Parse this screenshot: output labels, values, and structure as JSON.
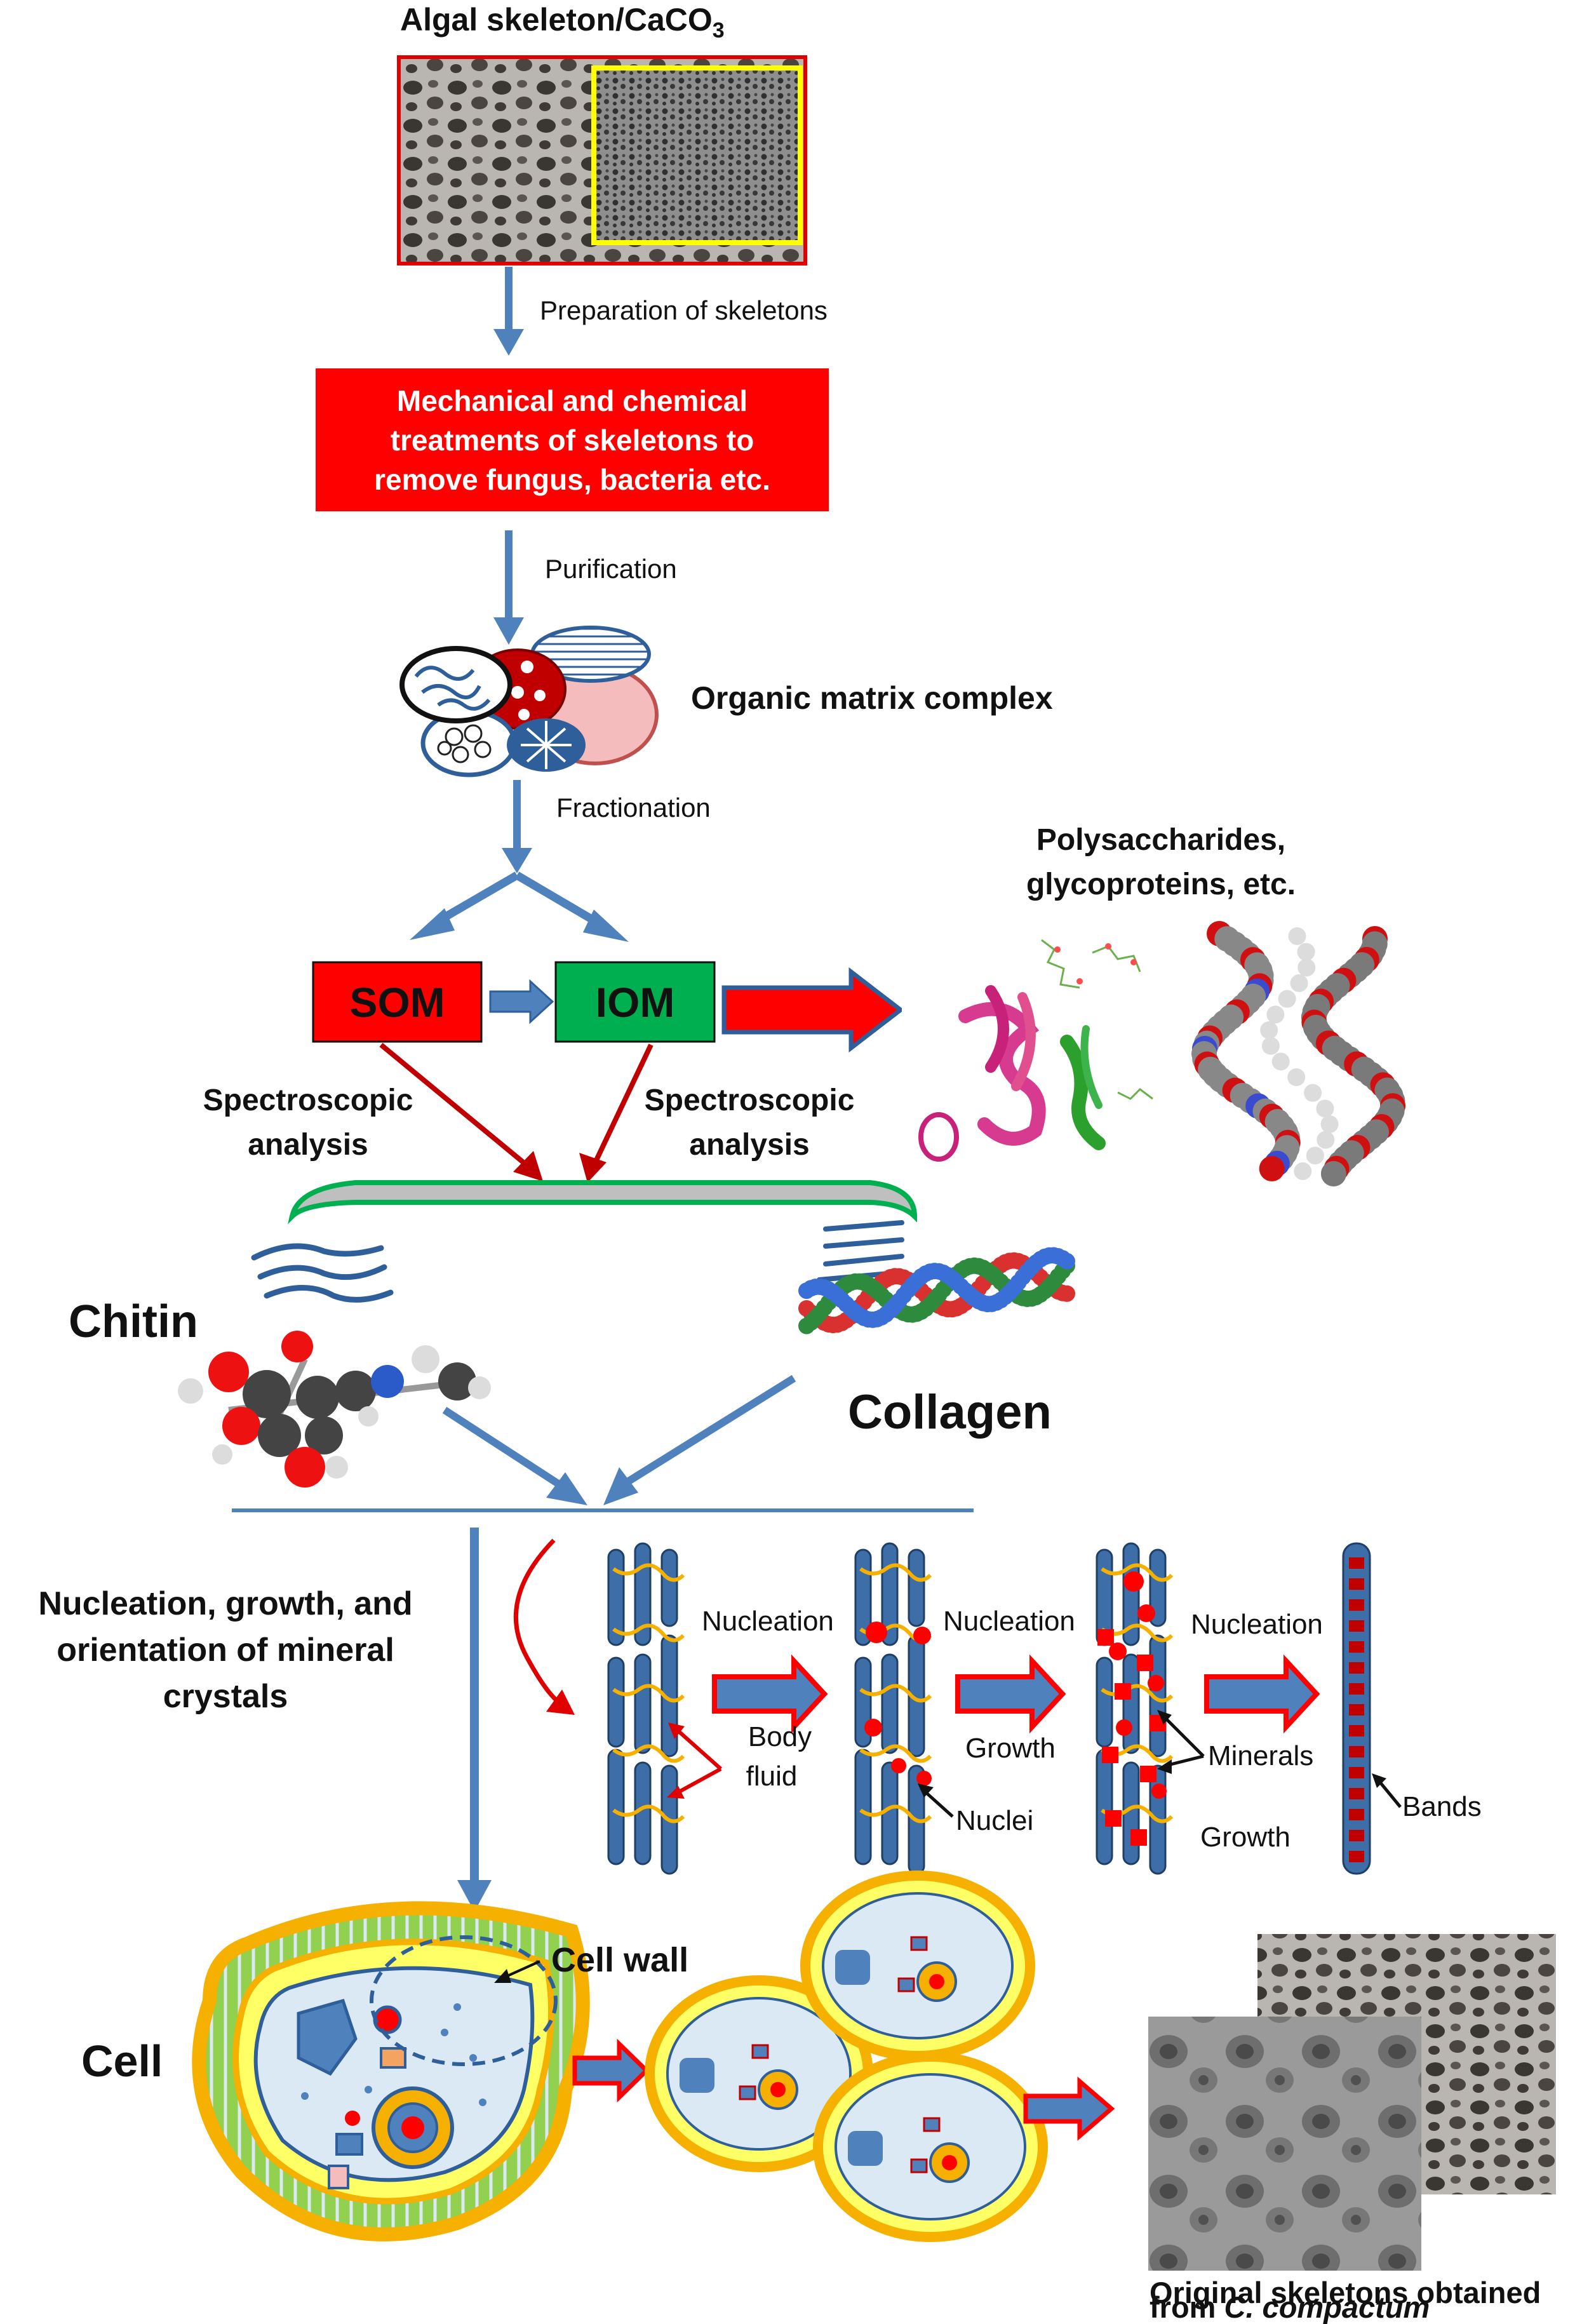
{
  "colors": {
    "flow_arrow": "#4f81bd",
    "red_box": "#ff0000",
    "som_box": "#ff0000",
    "iom_box": "#00b050",
    "dark_red_arrow": "#c00000",
    "fiber": "#3d6ea8",
    "fiber_strand": "#f5b000",
    "mineral": "#ff0000",
    "cell_outer": "#f5b000",
    "cell_inner": "#ffff00"
  },
  "top": {
    "title": "Algal skeleton/CaCO",
    "title_sub": "3"
  },
  "steps": {
    "preparation": "Preparation  of  skeletons",
    "treatment_box": {
      "line1": "Mechanical and chemical",
      "line2": "treatments of skeletons to",
      "line3": "remove fungus,  bacteria etc."
    },
    "purification": "Purification",
    "organic_matrix": "Organic matrix complex",
    "fractionation": "Fractionation"
  },
  "fractions": {
    "som": "SOM",
    "iom": "IOM",
    "polysaccharides_line1": "Polysaccharides,",
    "polysaccharides_line2": "glycoproteins, etc."
  },
  "analysis": {
    "left_line1": "Spectroscopic",
    "left_line2": "analysis",
    "right_line1": "Spectroscopic",
    "right_line2": "analysis"
  },
  "molecules": {
    "chitin": "Chitin",
    "collagen": "Collagen"
  },
  "mineralization": {
    "heading_line1": "Nucleation, growth, and",
    "heading_line2": "orientation of mineral",
    "heading_line3": "crystals",
    "nucleation_1": "Nucleation",
    "nucleation_2": "Nucleation",
    "nucleation_3": "Nucleation",
    "body_fluid_line1": "Body",
    "body_fluid_line2": "fluid",
    "growth_1": "Growth",
    "nuclei": "Nuclei",
    "minerals": "Minerals",
    "growth_2": "Growth",
    "bands": "Bands"
  },
  "cells": {
    "cell_label": "Cell",
    "cell_wall": "Cell wall",
    "original_line1": "Original skeletons obtained",
    "original_line2_prefix": "from ",
    "original_line2_species": "C. compactum"
  }
}
